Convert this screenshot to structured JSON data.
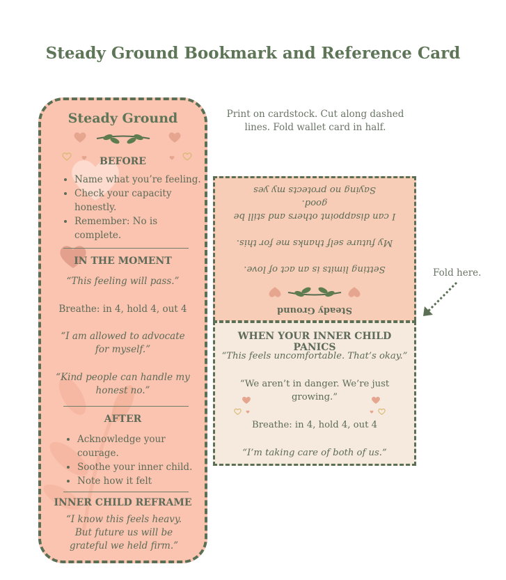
{
  "page_title": "Steady Ground Bookmark and Reference Card",
  "instructions": "Print on cardstock. Cut along dashed lines. Fold wallet card in half.",
  "fold_label": "Fold here.",
  "colors": {
    "sage": "#5e7558",
    "peach": "#fbc4b1",
    "cream": "#f6e9dd",
    "heart": "#e6a58e"
  },
  "bookmark": {
    "title": "Steady Ground",
    "before": {
      "heading": "BEFORE",
      "items": [
        "Name what you’re feeling.",
        "Check your capacity honestly.",
        "Remember: No is complete."
      ]
    },
    "moment": {
      "heading": "IN THE MOMENT",
      "lines": [
        "“This feeling will pass.”",
        "Breathe: in 4, hold 4, out 4",
        "“I am allowed to advocate for myself.”",
        "“Kind people can handle my honest no.”"
      ]
    },
    "after": {
      "heading": "AFTER",
      "items": [
        "Acknowledge your courage.",
        "Soothe your inner child.",
        "Note how it felt"
      ]
    },
    "reframe": {
      "heading": "INNER CHILD REFRAME",
      "text": "“I know this feels heavy. But future us will be grateful we held firm.”"
    }
  },
  "wallet_card": {
    "front": {
      "title": "Steady Ground",
      "lines": [
        "Setting limits is an act of love.",
        "My future self thanks me for this.",
        "I can disappoint others and still be good.",
        "Saying no protects my yes"
      ]
    },
    "back": {
      "heading": "WHEN YOUR INNER CHILD PANICS",
      "lines": [
        "“This feels uncomfortable. That’s okay.”",
        "“We aren’t in danger. We’re just growing.”",
        "Breathe: in 4, hold 4, out 4",
        "“I’m taking care of both of us.”"
      ]
    }
  }
}
